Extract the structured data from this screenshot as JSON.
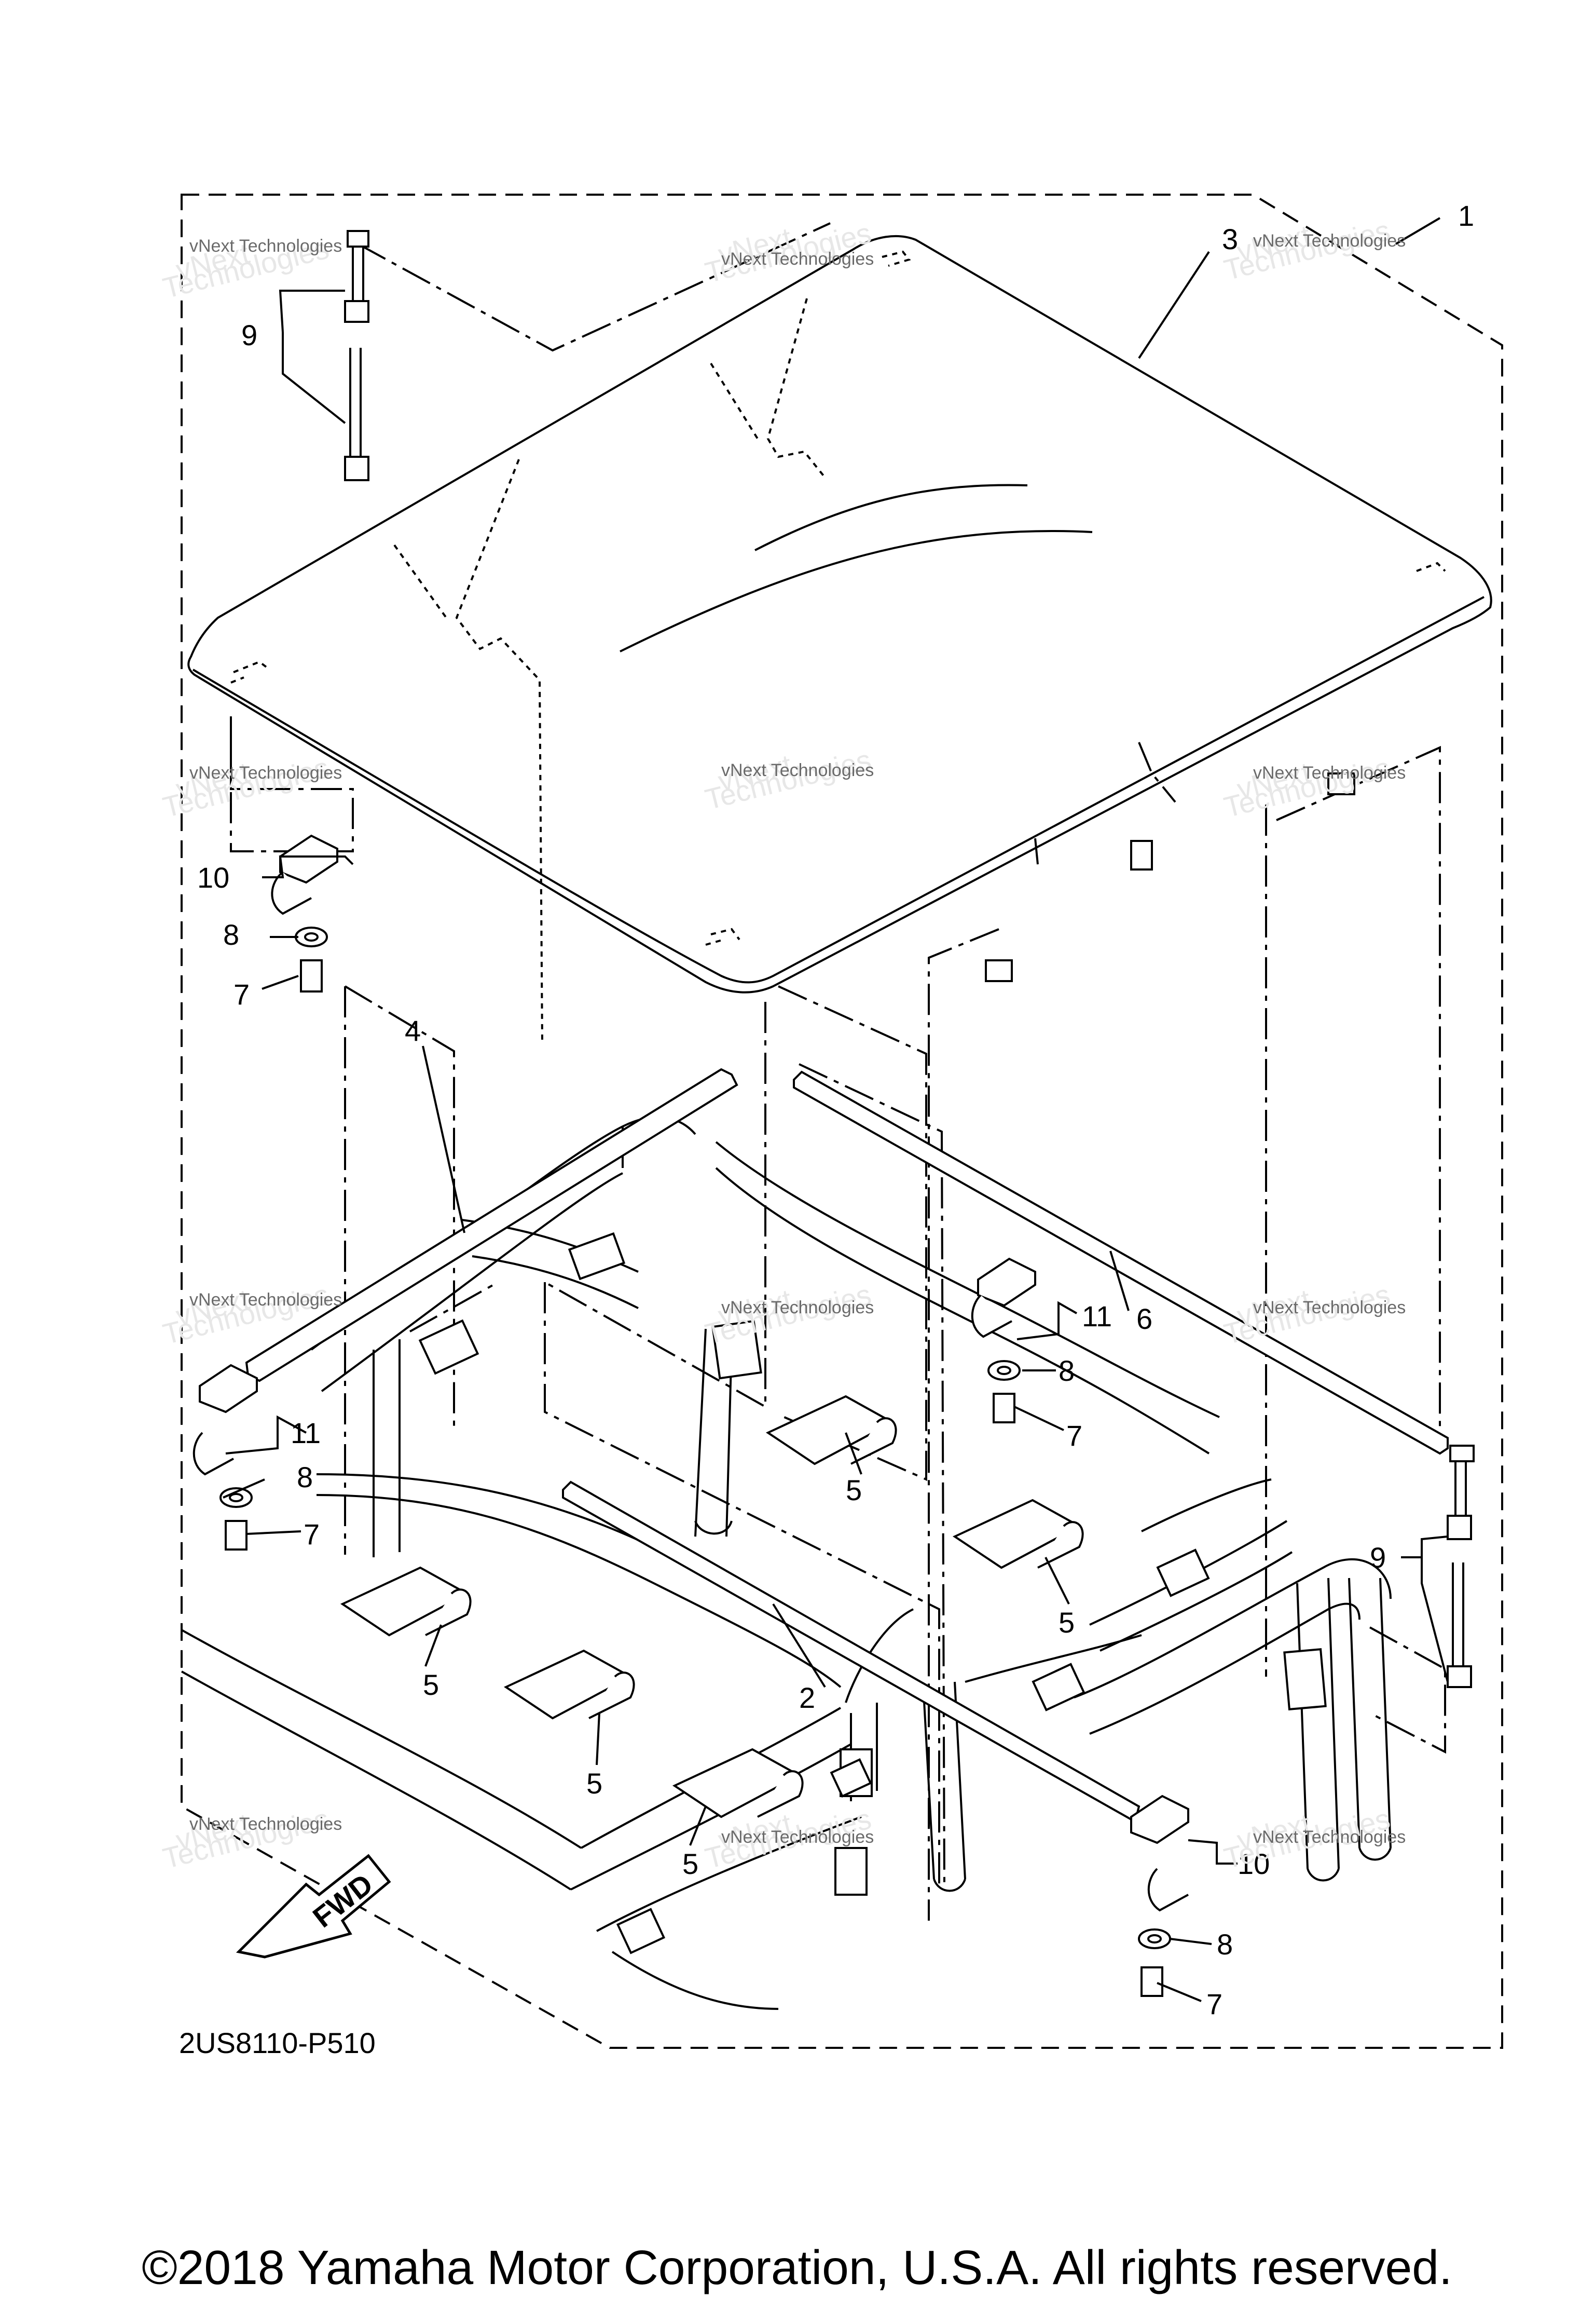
{
  "diagram": {
    "part_code": "2US8110-P510",
    "direction_arrow_label": "FWD",
    "copyright": "©2018 Yamaha Motor Corporation, U.S.A. All rights reserved.",
    "watermark_lines": [
      "vNext Technologies",
      "vNext",
      "Technologies"
    ],
    "callouts": [
      {
        "id": "c1",
        "label": "1"
      },
      {
        "id": "c3",
        "label": "3"
      },
      {
        "id": "c9a",
        "label": "9"
      },
      {
        "id": "c10a",
        "label": "10"
      },
      {
        "id": "c8a",
        "label": "8"
      },
      {
        "id": "c7a",
        "label": "7"
      },
      {
        "id": "c4",
        "label": "4"
      },
      {
        "id": "c11a",
        "label": "11"
      },
      {
        "id": "c8b",
        "label": "8"
      },
      {
        "id": "c7b",
        "label": "7"
      },
      {
        "id": "c11b",
        "label": "11"
      },
      {
        "id": "c8c",
        "label": "8"
      },
      {
        "id": "c7c",
        "label": "7"
      },
      {
        "id": "c6",
        "label": "6"
      },
      {
        "id": "c5a",
        "label": "5"
      },
      {
        "id": "c5b",
        "label": "5"
      },
      {
        "id": "c5c",
        "label": "5"
      },
      {
        "id": "c5d",
        "label": "5"
      },
      {
        "id": "c5e",
        "label": "5"
      },
      {
        "id": "c2",
        "label": "2"
      },
      {
        "id": "c9b",
        "label": "9"
      },
      {
        "id": "c10b",
        "label": "10"
      },
      {
        "id": "c8d",
        "label": "8"
      },
      {
        "id": "c7d",
        "label": "7"
      }
    ]
  }
}
